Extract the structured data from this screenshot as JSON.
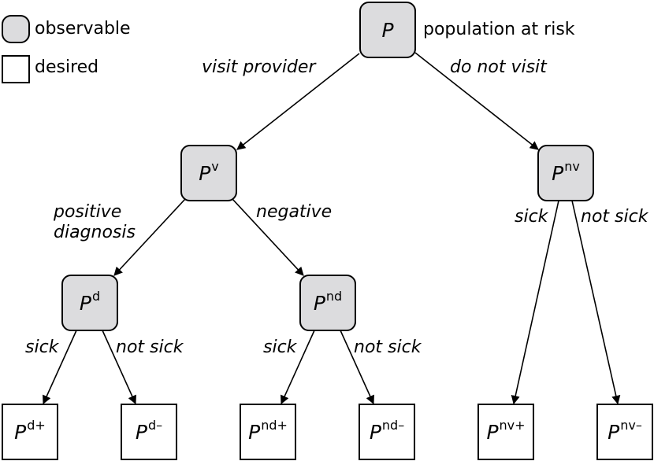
{
  "colors": {
    "observable_fill": "#dcdcde",
    "desired_fill": "#ffffff",
    "stroke": "#000000"
  },
  "legend": {
    "observable_label": "observable",
    "desired_label": "desired"
  },
  "nodes": {
    "root": {
      "symbol": "P",
      "sup": "",
      "caption": "population at risk"
    },
    "v": {
      "symbol": "P",
      "sup": "v"
    },
    "nv": {
      "symbol": "P",
      "sup": "nv"
    },
    "d": {
      "symbol": "P",
      "sup": "d"
    },
    "nd": {
      "symbol": "P",
      "sup": "nd"
    },
    "d_plus": {
      "symbol": "P",
      "sup": "d+"
    },
    "d_minus": {
      "symbol": "P",
      "sup": "d–"
    },
    "nd_plus": {
      "symbol": "P",
      "sup": "nd+"
    },
    "nd_minus": {
      "symbol": "P",
      "sup": "nd–"
    },
    "nv_plus": {
      "symbol": "P",
      "sup": "nv+"
    },
    "nv_minus": {
      "symbol": "P",
      "sup": "nv–"
    }
  },
  "edges": {
    "root_v": "visit provider",
    "root_nv": "do not visit",
    "v_d": "positive\ndiagnosis",
    "v_nd": "negative",
    "d_plus": "sick",
    "d_minus": "not sick",
    "nd_plus": "sick",
    "nd_minus": "not sick",
    "nv_plus": "sick",
    "nv_minus": "not sick"
  }
}
